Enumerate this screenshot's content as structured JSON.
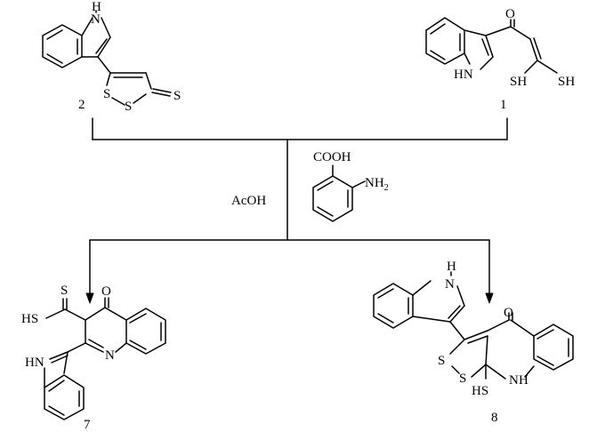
{
  "compounds": {
    "c1": {
      "number": "1",
      "atoms": {
        "o": "O",
        "nh": "HN",
        "sh1": "SH",
        "sh2": "SH"
      }
    },
    "c2": {
      "number": "2",
      "atoms": {
        "nh_h": "H",
        "nh_n": "N",
        "s1": "S",
        "s2": "S",
        "s3": "S"
      }
    },
    "c7": {
      "number": "7",
      "atoms": {
        "o": "O",
        "s": "S",
        "hs": "HS",
        "n": "N",
        "hn": "HN"
      }
    },
    "c8": {
      "number": "8",
      "atoms": {
        "h": "H",
        "n": "N",
        "o": "O",
        "s1": "S",
        "s2": "S",
        "hs": "HS",
        "nh_n": "N",
        "nh_h": "H"
      }
    }
  },
  "reagents": {
    "acid": "AcOH",
    "anthranilic": {
      "cooh": "COOH",
      "nh": "NH",
      "nh_sub": "2"
    }
  }
}
